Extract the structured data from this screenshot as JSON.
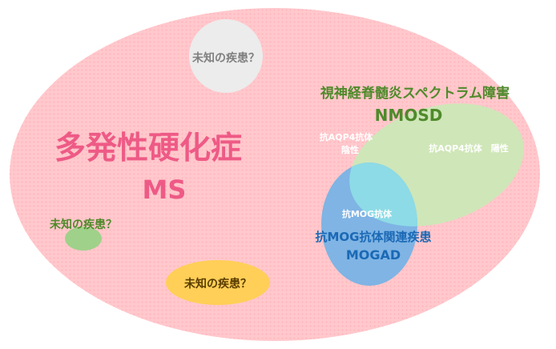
{
  "colors": {
    "ms": "#ffc8cc",
    "ms_dot": "#ffb0b8",
    "ms_text": "#ee5a86",
    "gray": "#ececec",
    "green_small": "#9fd18a",
    "orange": "#ffcf57",
    "nmosd": "#cfe6b8",
    "nmosd_text": "#4f8a2b",
    "mogad": "#7fb4e4",
    "overlap": "#8ddbe6",
    "mogad_text": "#1b69b5",
    "gray_text": "#808080"
  },
  "diagram": {
    "ms": {
      "title": "多発性硬化症",
      "abbr": "MS"
    },
    "unknown_top": "未知の疾患？",
    "unknown_left": "未知の疾患？",
    "unknown_bottom": "未知の疾患？",
    "nmosd": {
      "title": "視神経脊髄炎スペクトラム障害",
      "abbr": "NMOSD",
      "negative_line1": "抗AQP4抗体",
      "negative_line2": "陰性",
      "positive": "抗AQP4抗体　陽性"
    },
    "mogad": {
      "antibody": "抗MOG抗体",
      "title": "抗MOG抗体関連疾患",
      "abbr": "MOGAD"
    }
  }
}
